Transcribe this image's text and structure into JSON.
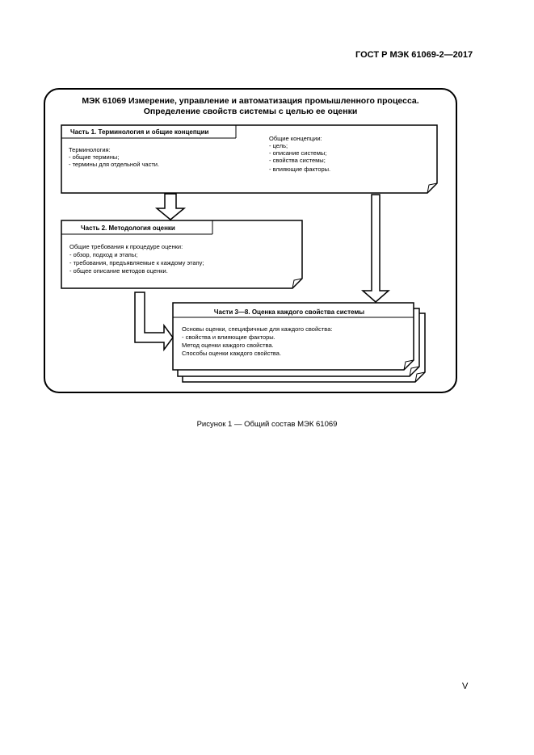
{
  "header": {
    "doc_code": "ГОСТ Р МЭК 61069-2—2017"
  },
  "figure": {
    "title_line1": "МЭК 61069 Измерение, управление и автоматизация промышленного процесса.",
    "title_line2": "Определение свойств системы с целью ее оценки",
    "part1": {
      "title": "Часть 1. Терминология и общие концепции",
      "left": [
        "Терминология:",
        "- общие термины;",
        "- термины для отдельной части."
      ],
      "right": [
        "Общие концепции:",
        "- цель;",
        "- описание системы;",
        "- свойства системы;",
        "- влияющие факторы."
      ]
    },
    "part2": {
      "title": "Часть 2. Методология оценки",
      "lines": [
        "Общие требования к процедуре оценки:",
        "- обзор, подход и этапы;",
        "- требования, предъявляемые к каждому этапу;",
        "- общее описание методов оценки."
      ]
    },
    "part3": {
      "title": "Части 3—8. Оценка каждого свойства системы",
      "lines": [
        "Основы оценки, специфичные для каждого свойства:",
        "- свойства и влияющие факторы.",
        "Метод оценки каждого свойства.",
        "Способы оценки каждого свойства."
      ]
    }
  },
  "caption": "Рисунок 1 — Общий состав МЭК 61069",
  "footer": {
    "page_number": "V"
  }
}
